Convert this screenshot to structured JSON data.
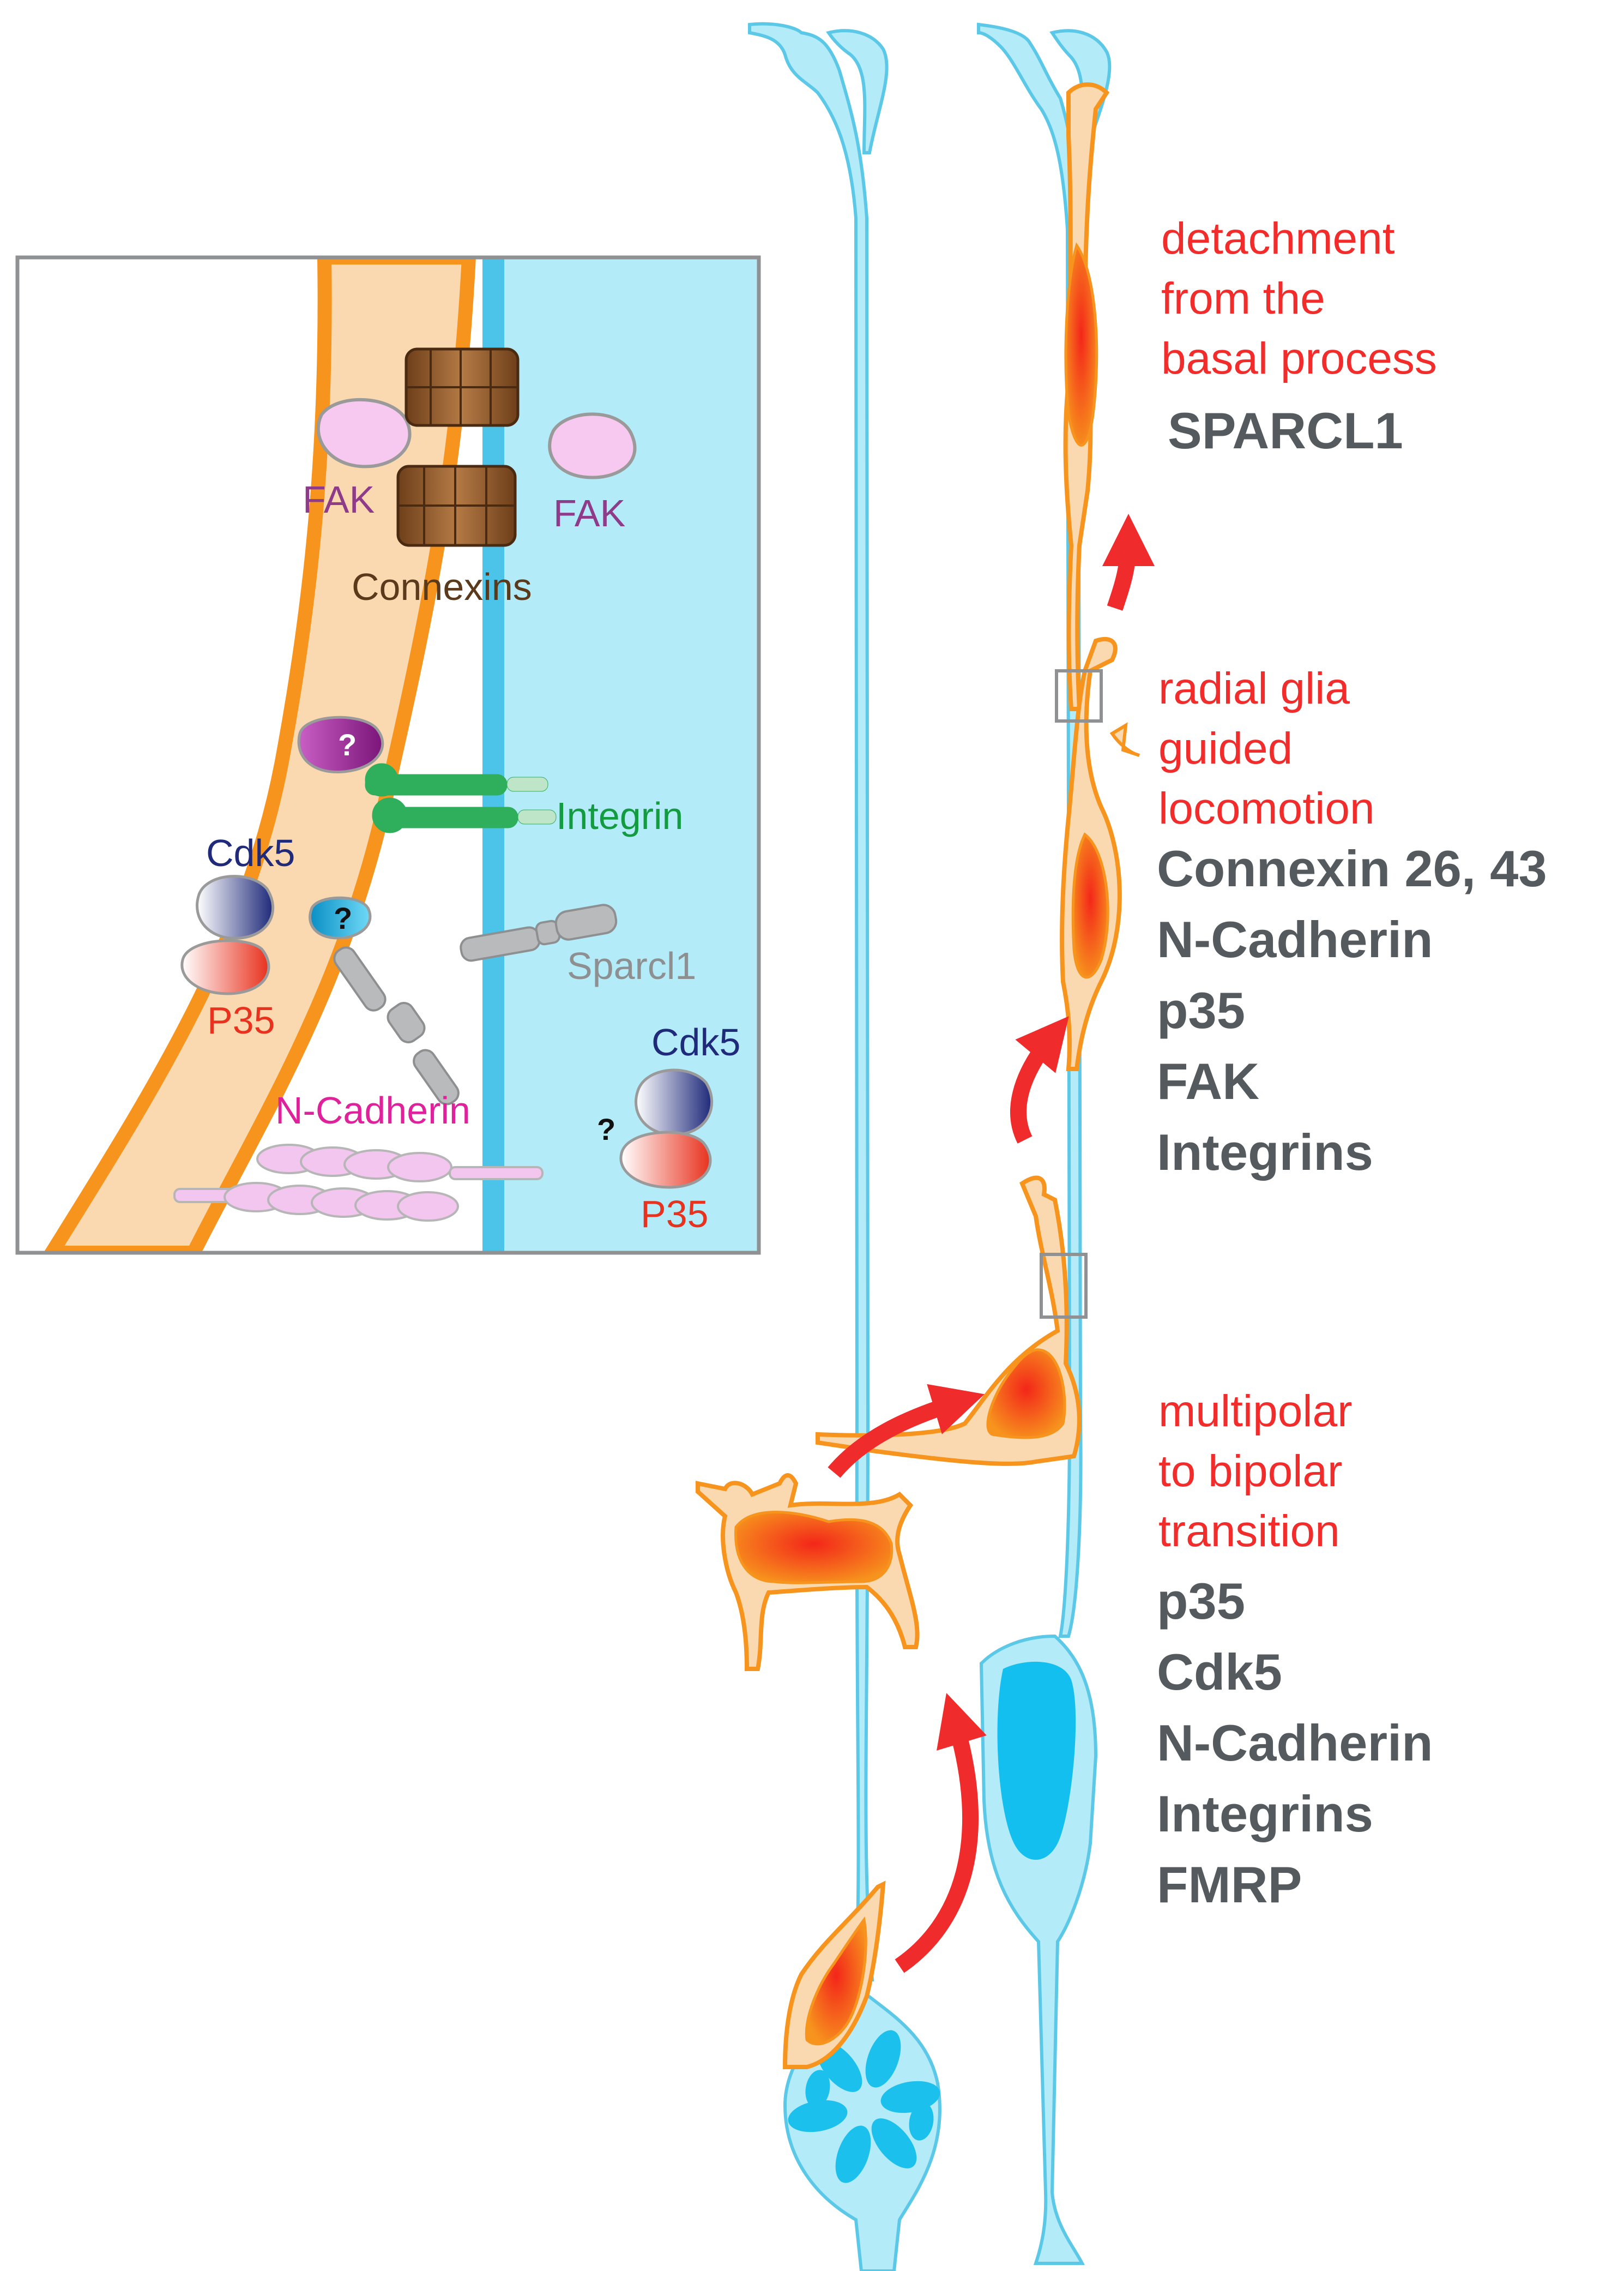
{
  "stages": [
    {
      "title_lines": [
        "detachment",
        "from the",
        "basal process"
      ],
      "markers": [
        "SPARCL1"
      ]
    },
    {
      "title_lines": [
        "radial glia",
        "guided",
        "locomotion"
      ],
      "markers": [
        "Connexin 26, 43",
        "N-Cadherin",
        "p35",
        "FAK",
        "Integrins"
      ]
    },
    {
      "title_lines": [
        "multipolar",
        "to bipolar",
        "transition"
      ],
      "markers": [
        "p35",
        "Cdk5",
        "N-Cadherin",
        "Integrins",
        "FMRP"
      ]
    }
  ],
  "inset": {
    "fak_left": "FAK",
    "fak_right": "FAK",
    "connexins": "Connexins",
    "integrin": "Integrin",
    "cdk5_left": "Cdk5",
    "p35_left": "P35",
    "sparcl1": "Sparcl1",
    "ncadherin": "N-Cadherin",
    "cdk5_right": "Cdk5",
    "p35_right": "P35",
    "question": "?"
  },
  "colors": {
    "radial_glia": "#aee8f7",
    "radial_glia_outline": "#5cc8e8",
    "neuron_fill": "#fbd5a8",
    "neuron_outline": "#f7941d",
    "nucleus": "#f56a1e",
    "arrow": "#ef2b2b",
    "title_red": "#f22b2b",
    "marker_gray": "#555a5e",
    "fak": "#f5c6ef",
    "fak_label": "#8e3b8a",
    "connexin": "#8b5a2b",
    "connexin_label": "#5a3a1a",
    "integrin": "#2fae5b",
    "integrin_label": "#139b3f",
    "cdk5": "#1f2a7a",
    "p35": "#e8321e",
    "ncadherin": "#f3c6ef",
    "ncadherin_label": "#e0219c",
    "sparcl1": "#8d8f91",
    "question_purple": "#8e1f8e",
    "question_cyan": "#19b7e8"
  }
}
